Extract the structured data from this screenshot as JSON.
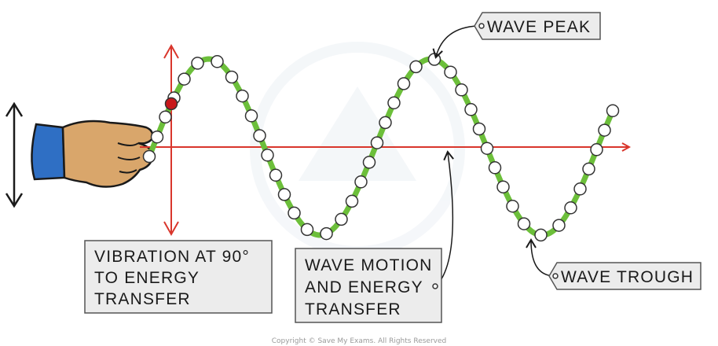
{
  "labels": {
    "wave_peak": "WAVE PEAK",
    "wave_trough": "WAVE TROUGH",
    "wave_motion_line1": "WAVE MOTION",
    "wave_motion_line2": "AND ENERGY",
    "wave_motion_line3": "TRANSFER",
    "vibration_line1": "VIBRATION AT 90°",
    "vibration_line2": "TO ENERGY",
    "vibration_line3": "TRANSFER"
  },
  "copyright": "Copyright © Save My Exams. All Rights Reserved",
  "colors": {
    "axis": "#d9362c",
    "wave": "#6cbf3a",
    "bead_fill": "#ffffff",
    "bead_stroke": "#333333",
    "highlight_bead": "#c8181b",
    "label_fill": "#ececec",
    "label_stroke": "#555555",
    "hand_skin": "#d9a66b",
    "sleeve": "#2f6fc4"
  },
  "icons": {
    "hand": "hand-icon",
    "vertical_arrow": "double-arrow-vertical-icon"
  }
}
